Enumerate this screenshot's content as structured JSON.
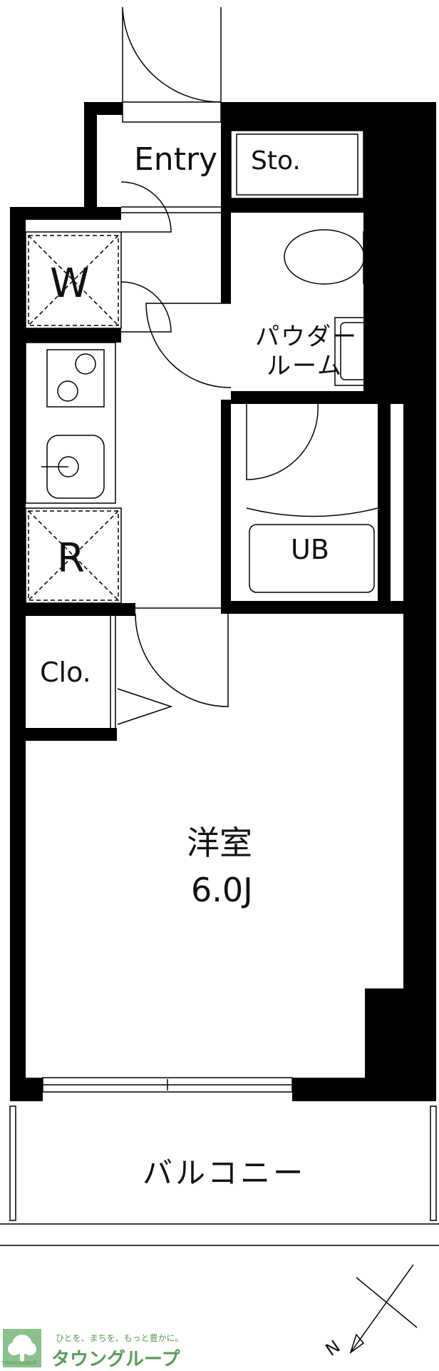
{
  "rooms": {
    "entry": "Entry",
    "storage": "Sto.",
    "washer": "W",
    "fridge": "R",
    "powder_room_line1": "パウダー",
    "powder_room_line2": "ルーム",
    "unit_bath": "UB",
    "closet": "Clo.",
    "main_room": "洋室",
    "main_room_size": "6.0J",
    "balcony": "バルコニー"
  },
  "compass": {
    "north_label": "N"
  },
  "brand": {
    "tagline": "ひとを、まちを、もっと豊かに。",
    "name": "タウングループ",
    "sub": "TOWN GROUP",
    "color": "#5a9a5a"
  }
}
